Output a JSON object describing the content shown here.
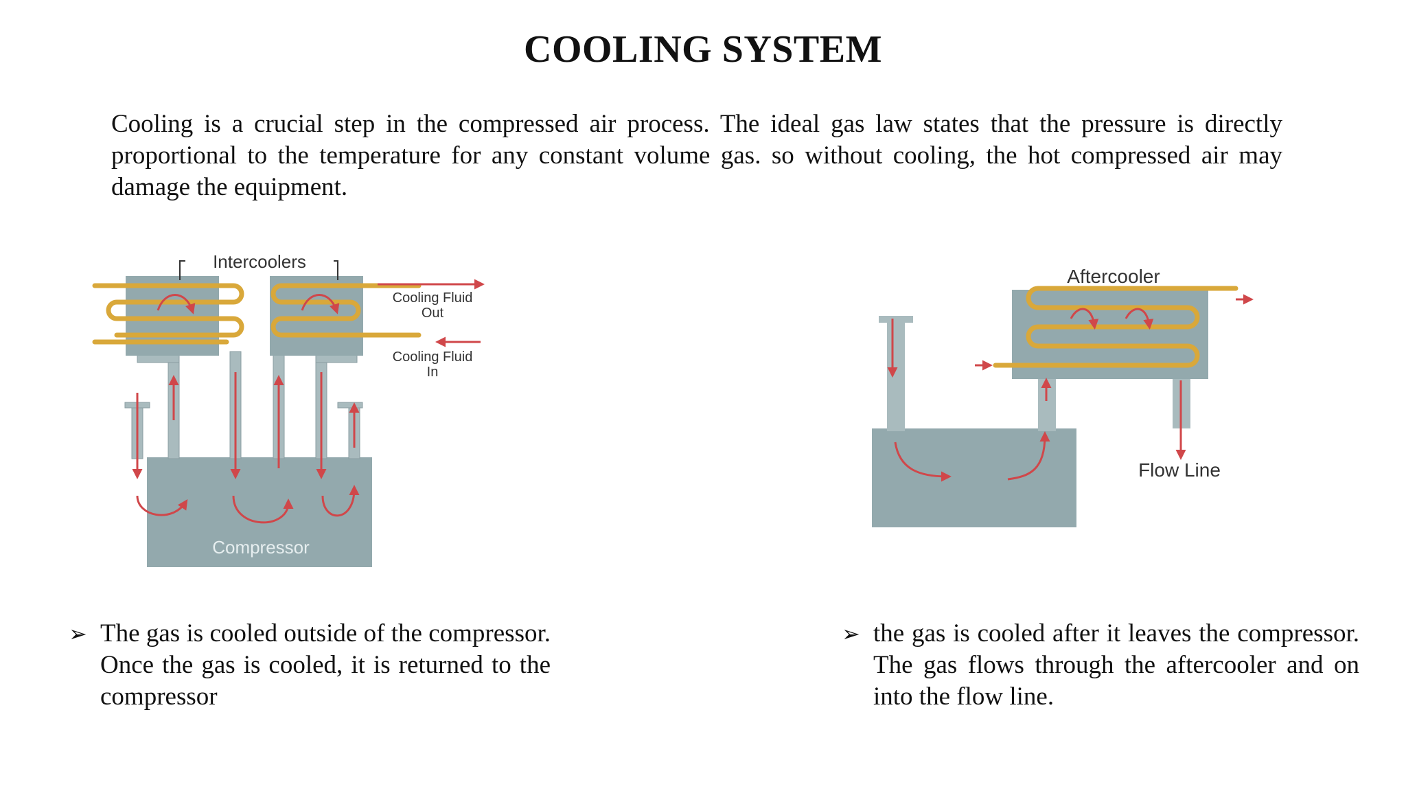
{
  "slide": {
    "title": "COOLING SYSTEM",
    "intro": "Cooling is a crucial step in the compressed air process. The ideal gas law states that the pressure is directly proportional to the temperature for any constant volume gas. so without cooling, the hot compressed air may damage the equipment."
  },
  "left_diagram": {
    "intercoolers_label": "Intercoolers",
    "fluid_out_line1": "Cooling Fluid",
    "fluid_out_line2": "Out",
    "fluid_in_line1": "Cooling Fluid",
    "fluid_in_line2": "In",
    "compressor_label": "Compressor"
  },
  "right_diagram": {
    "aftercooler_label": "Aftercooler",
    "flow_line_label": "Flow Line"
  },
  "bullets": {
    "marker": "➢",
    "left": "The gas is cooled outside of the compressor. Once the gas is cooled, it is returned to the compressor",
    "right": "the gas is cooled after it leaves the compressor. The gas flows through the aftercooler and on into the flow line."
  },
  "colors": {
    "housing": "#93a9ad",
    "coil": "#d9a83a",
    "arrow": "#d0474a"
  }
}
